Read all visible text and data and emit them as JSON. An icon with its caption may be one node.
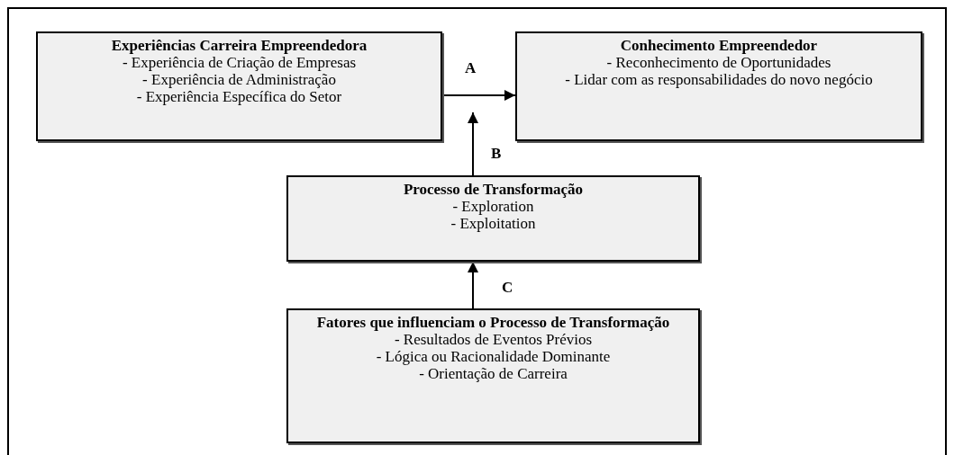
{
  "diagram": {
    "nodes": [
      {
        "text": [
          "Experiências Carreira Empreendedora",
          "- Experiência de Criação de Empresas",
          "- Experiência de Administração",
          "- Experiência Específica do Setor"
        ]
      },
      {
        "text": [
          "Conhecimento Empreendedor",
          "- Reconhecimento de Oportunidades",
          "- Lidar com as responsabilidades do novo negócio"
        ]
      },
      {
        "text": [
          "Processo de Transformação",
          "- Exploration",
          "- Exploitation"
        ]
      },
      {
        "text": [
          "Fatores que influenciam o Processo de Transformação",
          "- Resultados de Eventos Prévios",
          "- Lógica ou Racionalidade Dominante",
          "- Orientação de Carreira"
        ]
      }
    ],
    "edges": [
      {
        "from": 0,
        "to": 1,
        "arrow": "to",
        "label": "A"
      },
      {
        "from": 2,
        "to": null,
        "arrow": "to",
        "label": "B"
      },
      {
        "from": 3,
        "to": 2,
        "arrow": "to",
        "label": "C"
      }
    ]
  }
}
